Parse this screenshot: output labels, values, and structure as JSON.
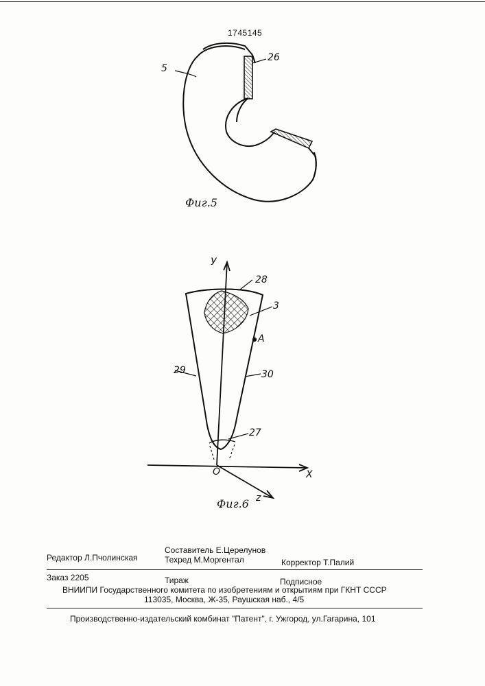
{
  "patent_number": "1745145",
  "fig5": {
    "caption": "Фиг.5",
    "labels": {
      "part_5": "5",
      "part_26": "26"
    }
  },
  "fig6": {
    "caption": "Фиг.6",
    "axes": {
      "y": "У",
      "x": "X",
      "z": "z",
      "origin": "O"
    },
    "labels": {
      "part_28": "28",
      "part_3": "3",
      "point_a": "A",
      "part_29": "29",
      "part_30": "30",
      "part_27": "27"
    }
  },
  "imprint": {
    "editor": "Редактор  Л.Пчолинская",
    "compiler": "Составитель  Е.Церелунов",
    "techred": "Техред М.Моргентал",
    "corrector": "Корректор   Т.Палий",
    "order": "Заказ  2205",
    "circulation": "Тираж",
    "subscription": "Подписное",
    "vniipi": "ВНИИПИ Государственного комитета по изобретениям и открытиям при ГКНТ СССР",
    "address": "113035, Москва, Ж-35, Раушская наб., 4/5",
    "publisher": "Производственно-издательский комбинат \"Патент\", г. Ужгород, ул.Гагарина, 101"
  }
}
